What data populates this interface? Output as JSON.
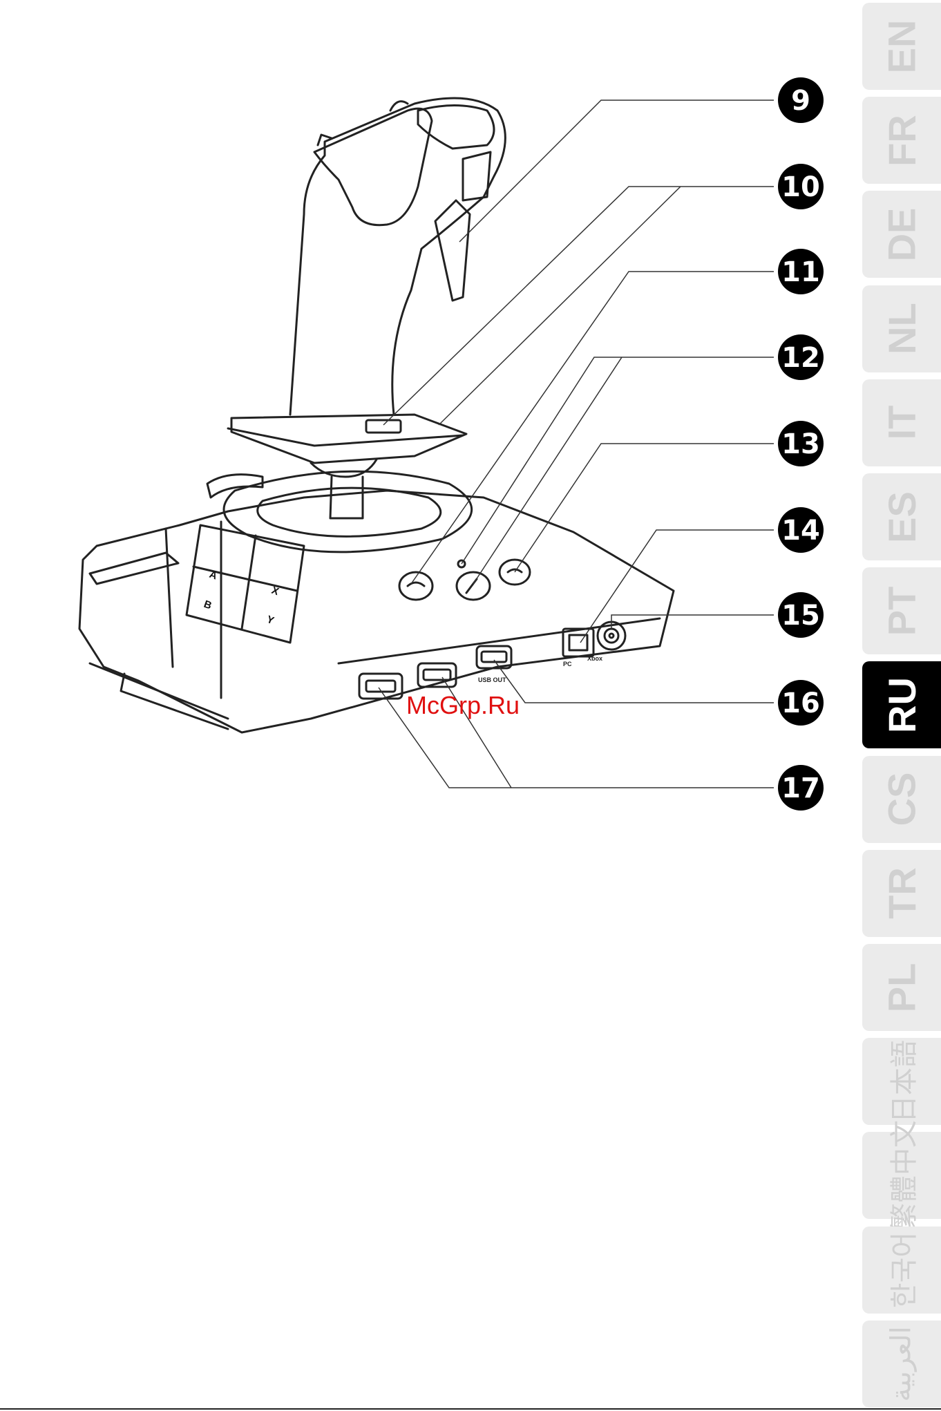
{
  "callouts": [
    "9",
    "10",
    "11",
    "12",
    "13",
    "14",
    "15",
    "16",
    "17"
  ],
  "watermark": "McGrp.Ru",
  "device_labels": {
    "usb_out": "USB OUT",
    "pc": "PC",
    "xbox": "Xbox",
    "button_a": "A",
    "button_b": "B",
    "button_x": "X",
    "button_y": "Y"
  },
  "languages": [
    {
      "code": "EN",
      "active": false
    },
    {
      "code": "FR",
      "active": false
    },
    {
      "code": "DE",
      "active": false
    },
    {
      "code": "NL",
      "active": false
    },
    {
      "code": "IT",
      "active": false
    },
    {
      "code": "ES",
      "active": false
    },
    {
      "code": "PT",
      "active": false
    },
    {
      "code": "RU",
      "active": true
    },
    {
      "code": "CS",
      "active": false
    },
    {
      "code": "TR",
      "active": false
    },
    {
      "code": "PL",
      "active": false
    },
    {
      "code": "日本語",
      "active": false
    },
    {
      "code": "繁體中文",
      "active": false
    },
    {
      "code": "한국어",
      "active": false
    },
    {
      "code": "العربية",
      "active": false
    }
  ],
  "colors": {
    "active_tab": "#000000",
    "inactive_tab": "#ebebeb",
    "watermark": "#e01010"
  }
}
